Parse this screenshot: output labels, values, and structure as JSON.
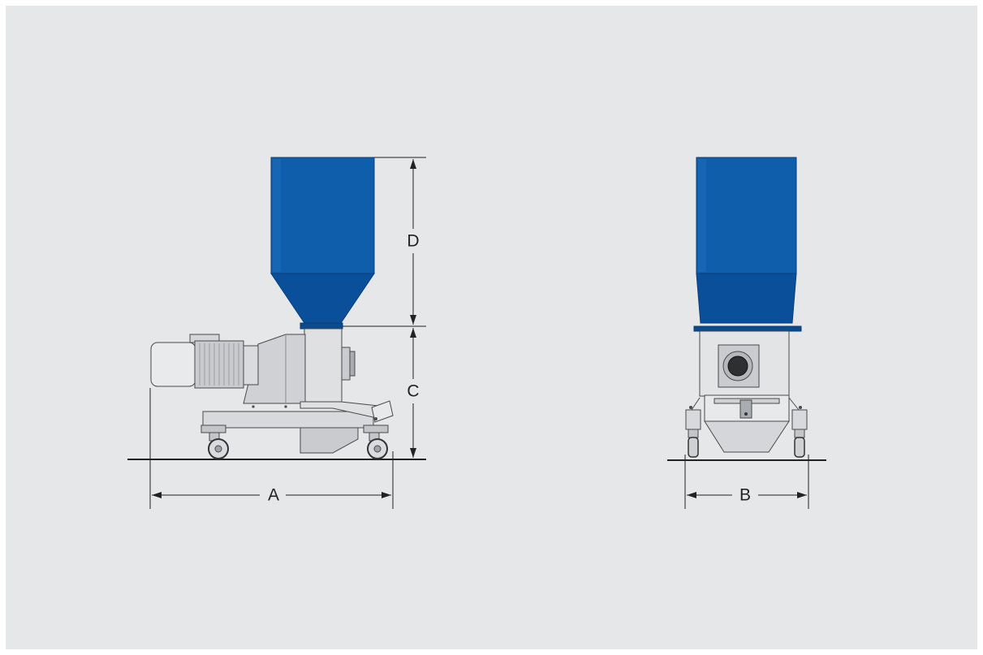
{
  "dimensions": {
    "a": "A",
    "b": "B",
    "c": "C",
    "d": "D"
  },
  "colors": {
    "background": "#e6e7e9",
    "hopper_blue": "#0f5eab",
    "hopper_blue_dark": "#0a4a8e",
    "steel_light": "#e3e4e6",
    "steel_mid": "#c9cbce",
    "steel_dark": "#9fa2a6",
    "outline": "#4a4a4a",
    "dimension_line": "#222222"
  }
}
